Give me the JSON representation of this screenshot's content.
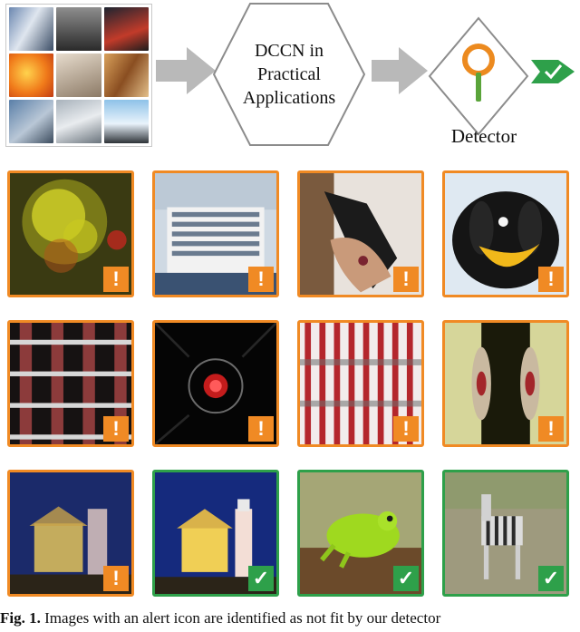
{
  "pipeline": {
    "stage_label": "DCCN in\nPractical\nApplications",
    "detector_label": "Detector"
  },
  "badges": {
    "alert": "!",
    "check": "✓"
  },
  "grid": [
    {
      "row": 1,
      "status": "alert",
      "content": "yellow-plant"
    },
    {
      "row": 1,
      "status": "alert",
      "content": "cruise-ship"
    },
    {
      "row": 1,
      "status": "alert",
      "content": "hand-with-pistol"
    },
    {
      "row": 1,
      "status": "alert",
      "content": "black-pumpkin-face"
    },
    {
      "row": 2,
      "status": "alert",
      "content": "red-grid-pattern"
    },
    {
      "row": 2,
      "status": "alert",
      "content": "red-dot-dark-pattern"
    },
    {
      "row": 2,
      "status": "alert",
      "content": "red-white-stripes-pattern"
    },
    {
      "row": 2,
      "status": "alert",
      "content": "yellow-eye-pattern"
    },
    {
      "row": 3,
      "status": "alert",
      "content": "blurry-lighthouse"
    },
    {
      "row": 3,
      "status": "check",
      "content": "lighthouse"
    },
    {
      "row": 3,
      "status": "check",
      "content": "green-frog"
    },
    {
      "row": 3,
      "status": "check",
      "content": "zebra"
    }
  ],
  "caption": {
    "lead": "Fig. 1.",
    "text": " Images with an alert icon are identified as not fit by our detector"
  },
  "colors": {
    "alert": "#f08a24",
    "ok": "#2ea04a",
    "arrow": "#b9b9b9"
  }
}
